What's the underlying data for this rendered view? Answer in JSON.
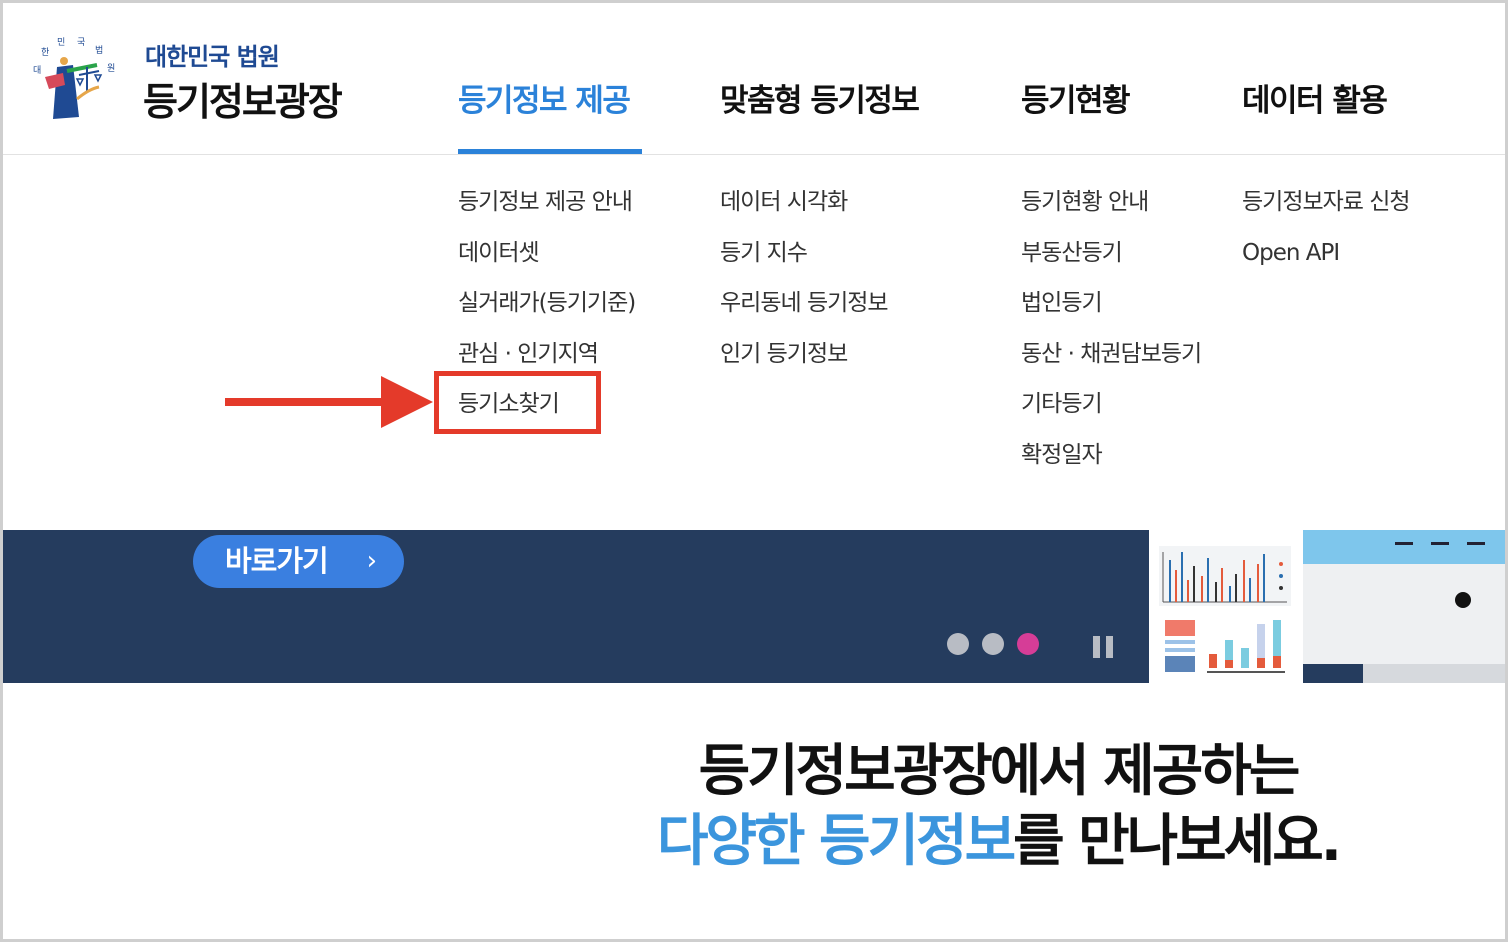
{
  "logo": {
    "seal_text": "대한민국법원",
    "org_name": "대한민국 법원",
    "site_name": "등기정보광장"
  },
  "nav": {
    "items": [
      {
        "label": "등기정보 제공",
        "active": true
      },
      {
        "label": "맞춤형 등기정보",
        "active": false
      },
      {
        "label": "등기현황",
        "active": false
      },
      {
        "label": "데이터 활용",
        "active": false
      }
    ]
  },
  "submenu": {
    "col1": [
      "등기정보 제공 안내",
      "데이터셋",
      "실거래가(등기기준)",
      "관심 · 인기지역",
      "등기소찾기"
    ],
    "col2": [
      "데이터 시각화",
      "등기 지수",
      "우리동네 등기정보",
      "인기 등기정보"
    ],
    "col3": [
      "등기현황 안내",
      "부동산등기",
      "법인등기",
      "동산 · 채권담보등기",
      "기타등기",
      "확정일자"
    ],
    "col4": [
      "등기정보자료 신청",
      "Open API"
    ]
  },
  "banner": {
    "goto_label": "바로가기",
    "goto_chevron": "›",
    "slides": 3,
    "active_slide": 3
  },
  "headline": {
    "line1": "등기정보광장에서 제공하는",
    "line2_blue": "다양한 등기정보",
    "line2_rest": "를 만나보세요."
  },
  "colors": {
    "accent": "#2b82d9",
    "brand_dark": "#1f4a93",
    "banner_bg": "#253c5e",
    "button_blue": "#3a7fe0",
    "highlight_red": "#e43a2a",
    "dot_active": "#d63d97"
  }
}
